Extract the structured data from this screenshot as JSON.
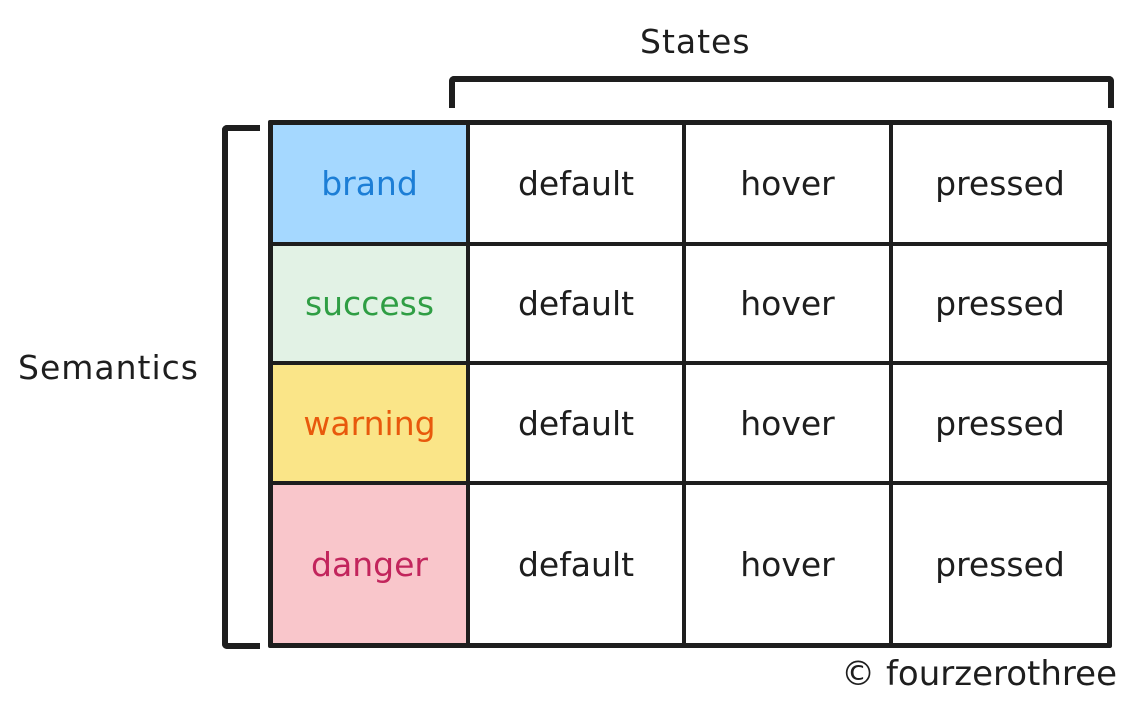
{
  "diagram": {
    "top_axis_label": "States",
    "left_axis_label": "Semantics",
    "footer_credit": "© fourzerothree",
    "colors": {
      "ink": "#1e1e1e",
      "background": "#ffffff"
    },
    "columns": [
      "default",
      "hover",
      "pressed"
    ],
    "rows": [
      {
        "label": "brand",
        "bg": "#a5d8ff",
        "fg": "#1c7ed6",
        "cells": [
          "default",
          "hover",
          "pressed"
        ]
      },
      {
        "label": "success",
        "bg": "#e2f2e5",
        "fg": "#2f9e44",
        "cells": [
          "default",
          "hover",
          "pressed"
        ]
      },
      {
        "label": "warning",
        "bg": "#fae588",
        "fg": "#e8590c",
        "cells": [
          "default",
          "hover",
          "pressed"
        ]
      },
      {
        "label": "danger",
        "bg": "#f9c6cb",
        "fg": "#c2255c",
        "cells": [
          "default",
          "hover",
          "pressed"
        ]
      }
    ]
  }
}
